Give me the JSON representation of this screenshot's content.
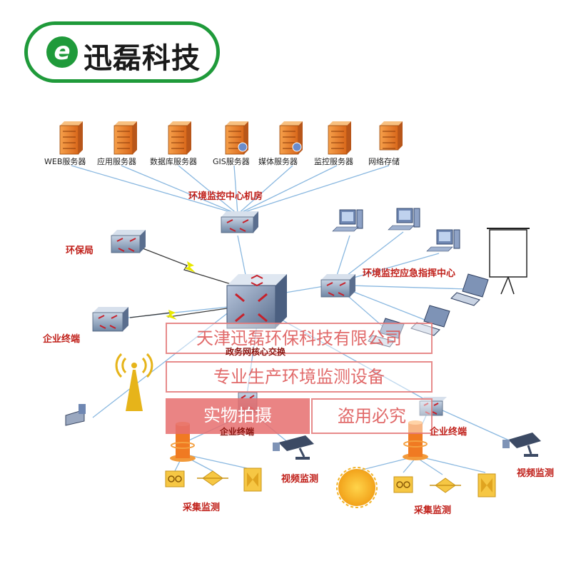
{
  "logo": {
    "glyph": "e",
    "text": "迅磊科技",
    "color": "#1f9a3a"
  },
  "servers": [
    "WEB服务器",
    "应用服务器",
    "数据库服务器",
    "GIS服务器",
    "媒体服务器",
    "监控服务器",
    "网络存储"
  ],
  "labels": {
    "center_room": "环境监控中心机房",
    "epb": "环保局",
    "enterprise_left": "企业终端",
    "core_switch": "政务网核心交换",
    "command_center": "环境监控应急指挥中心",
    "enterprise_mid": "企业终端",
    "enterprise_right": "企业终端",
    "video_mid": "视频监测",
    "video_right": "视频监测",
    "collect_left": "采集监测",
    "collect_right": "采集监测"
  },
  "watermark": {
    "company": "天津迅磊环保科技有限公司",
    "slogan": "专业生产环境监测设备",
    "photo": "实物拍摄",
    "warning": "盗用必究"
  },
  "colors": {
    "label_red": "#c0201a",
    "link_line": "#8ab8e0",
    "server_orange": "#f08a2c",
    "watermark": "#e06060"
  }
}
